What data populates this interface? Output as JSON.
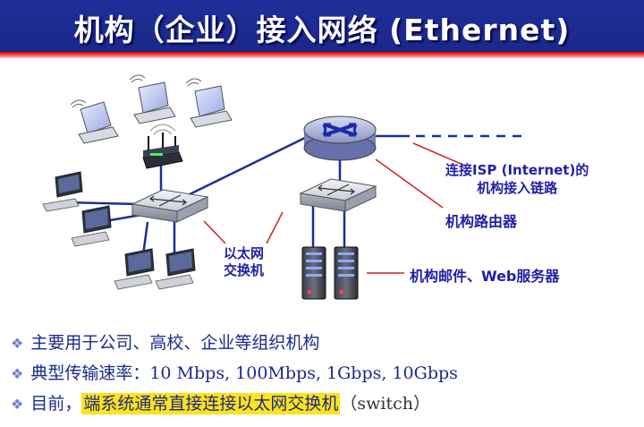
{
  "title": "机构（企业）接入网络 (Ethernet)",
  "labels": {
    "isp_link": [
      "连接ISP (Internet)的",
      "机构接入链路"
    ],
    "router": "机构路由器",
    "switch": [
      "以太网",
      "交换机"
    ],
    "servers": "机构邮件、Web服务器"
  },
  "bullets": [
    {
      "text": "主要用于公司、高校、企业等组织机构"
    },
    {
      "text": "典型传输速率：10 Mbps, 100Mbps, 1Gbps, 10Gbps"
    },
    {
      "prefix": "目前，",
      "highlight": "端系统通常直接连接以太网交换机",
      "suffix": "（switch）"
    }
  ],
  "colors": {
    "title_bg": "#1f2f99",
    "label_text": "#1f1fa8",
    "link_line": "#1a2e9a",
    "pointer_line": "#d42020",
    "highlight": "#ffe21a"
  },
  "icons": [
    "laptop-icon",
    "wifi-router-icon",
    "desktop-pc-icon",
    "ethernet-switch-icon",
    "router-icon",
    "server-icon",
    "bullet-diamond-icon"
  ]
}
